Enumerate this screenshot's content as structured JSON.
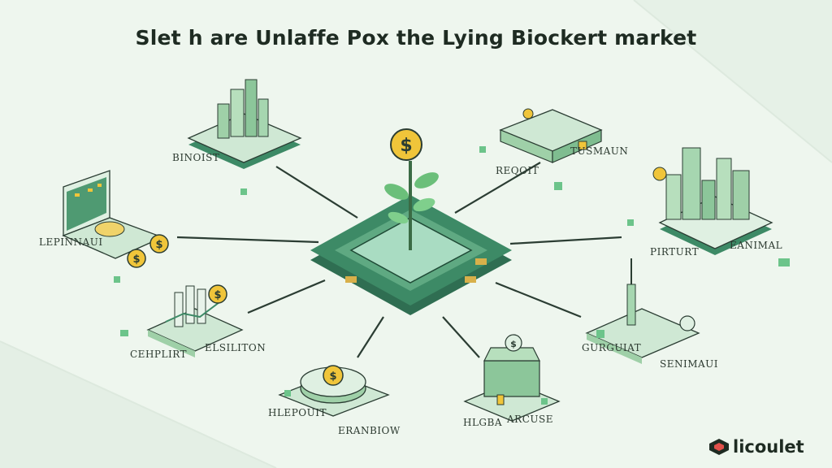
{
  "title": "Slet h are Unlaffe Pox the Lying Biockert market",
  "nodes": {
    "top_left": [
      "BINOIST"
    ],
    "top_right": [
      "REQOIT",
      "TUSMAUN"
    ],
    "left": [
      "LEPINNAUI"
    ],
    "right": [
      "PIRTURT",
      "EANIMAL"
    ],
    "bottom_left_upper": [
      "CEHPLIRT",
      "ELSILITON"
    ],
    "bottom_right_upper": [
      "GURGUIAT",
      "SENIMAUI"
    ],
    "bottom_left": [
      "HLEPOUIT",
      "ERANBIOW"
    ],
    "bottom_right": [
      "HLGBA",
      "ARCUSE"
    ]
  },
  "logo": {
    "name": "licoulet"
  },
  "colors": {
    "background": "#eef6ee",
    "platform": "#3d8a66",
    "platform_light": "#9fd0b0",
    "coin": "#f0c53a",
    "line": "#2b3d33",
    "accent_green": "#6cc48a"
  }
}
